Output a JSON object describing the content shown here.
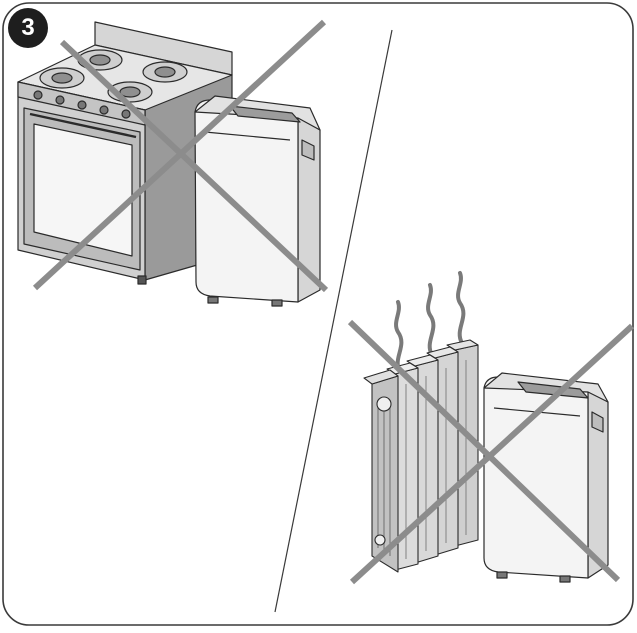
{
  "step": {
    "number": "3"
  },
  "colors": {
    "cross": "#8c8c8c",
    "line": "#2b2b2b",
    "metal_dark": "#b9b9b9",
    "metal_mid": "#d3d3d3",
    "metal_light": "#ececec",
    "badge": "#1e1e1e"
  },
  "panels": [
    {
      "id": "left-panel",
      "scene": "dehumidifier-next-to-gas-stove",
      "status": "prohibited"
    },
    {
      "id": "right-panel",
      "scene": "dehumidifier-next-to-hot-radiator",
      "status": "prohibited"
    }
  ]
}
